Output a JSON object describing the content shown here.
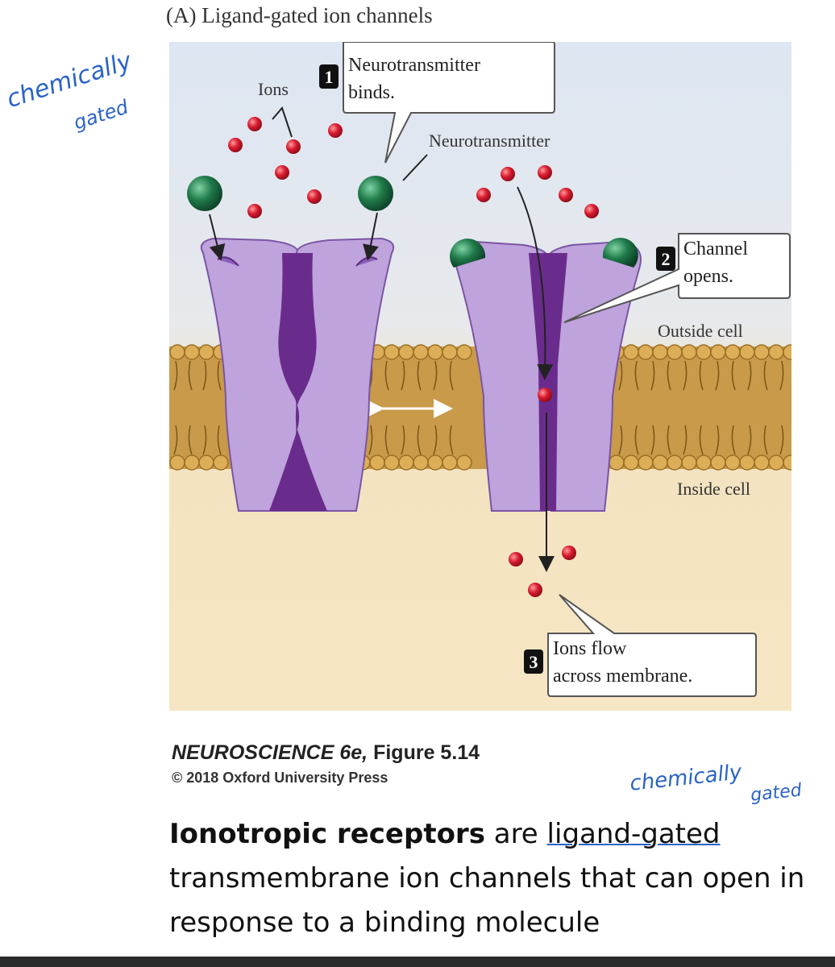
{
  "figure": {
    "title": "(A) Ligand-gated ion channels",
    "labels": {
      "ions": "Ions",
      "neurotransmitter": "Neurotransmitter",
      "outside": "Outside cell",
      "inside": "Inside cell"
    },
    "steps": [
      {
        "num": "1",
        "line1": "Neurotransmitter",
        "line2": "binds."
      },
      {
        "num": "2",
        "line1": "Channel",
        "line2": "opens."
      },
      {
        "num": "3",
        "line1": "Ions flow",
        "line2": "across membrane."
      }
    ]
  },
  "handwritten": {
    "note1_line1": "chemically",
    "note1_line2": "gated",
    "note2_line1": "chemically",
    "note2_line2": "gated"
  },
  "caption": {
    "book": "NEUROSCIENCE 6e,",
    "figure": "Figure 5.14",
    "copyright": "© 2018 Oxford University Press"
  },
  "text": {
    "bold": "Ionotropic receptors",
    "part1": " are ",
    "underlined": "ligand-gated",
    "part2": " transmembrane ion channels that can open in response to a binding molecule"
  },
  "colors": {
    "extracellular": "#dde6f2",
    "intracellular": "#f2e2c0",
    "lipid_head": "#d9a446",
    "channel_light": "#bfa3dc",
    "channel_dark": "#6a2c8c",
    "ion": "#d91b2f",
    "neurotransmitter": "#1f7a4a",
    "annotation": "#2a63c8"
  }
}
